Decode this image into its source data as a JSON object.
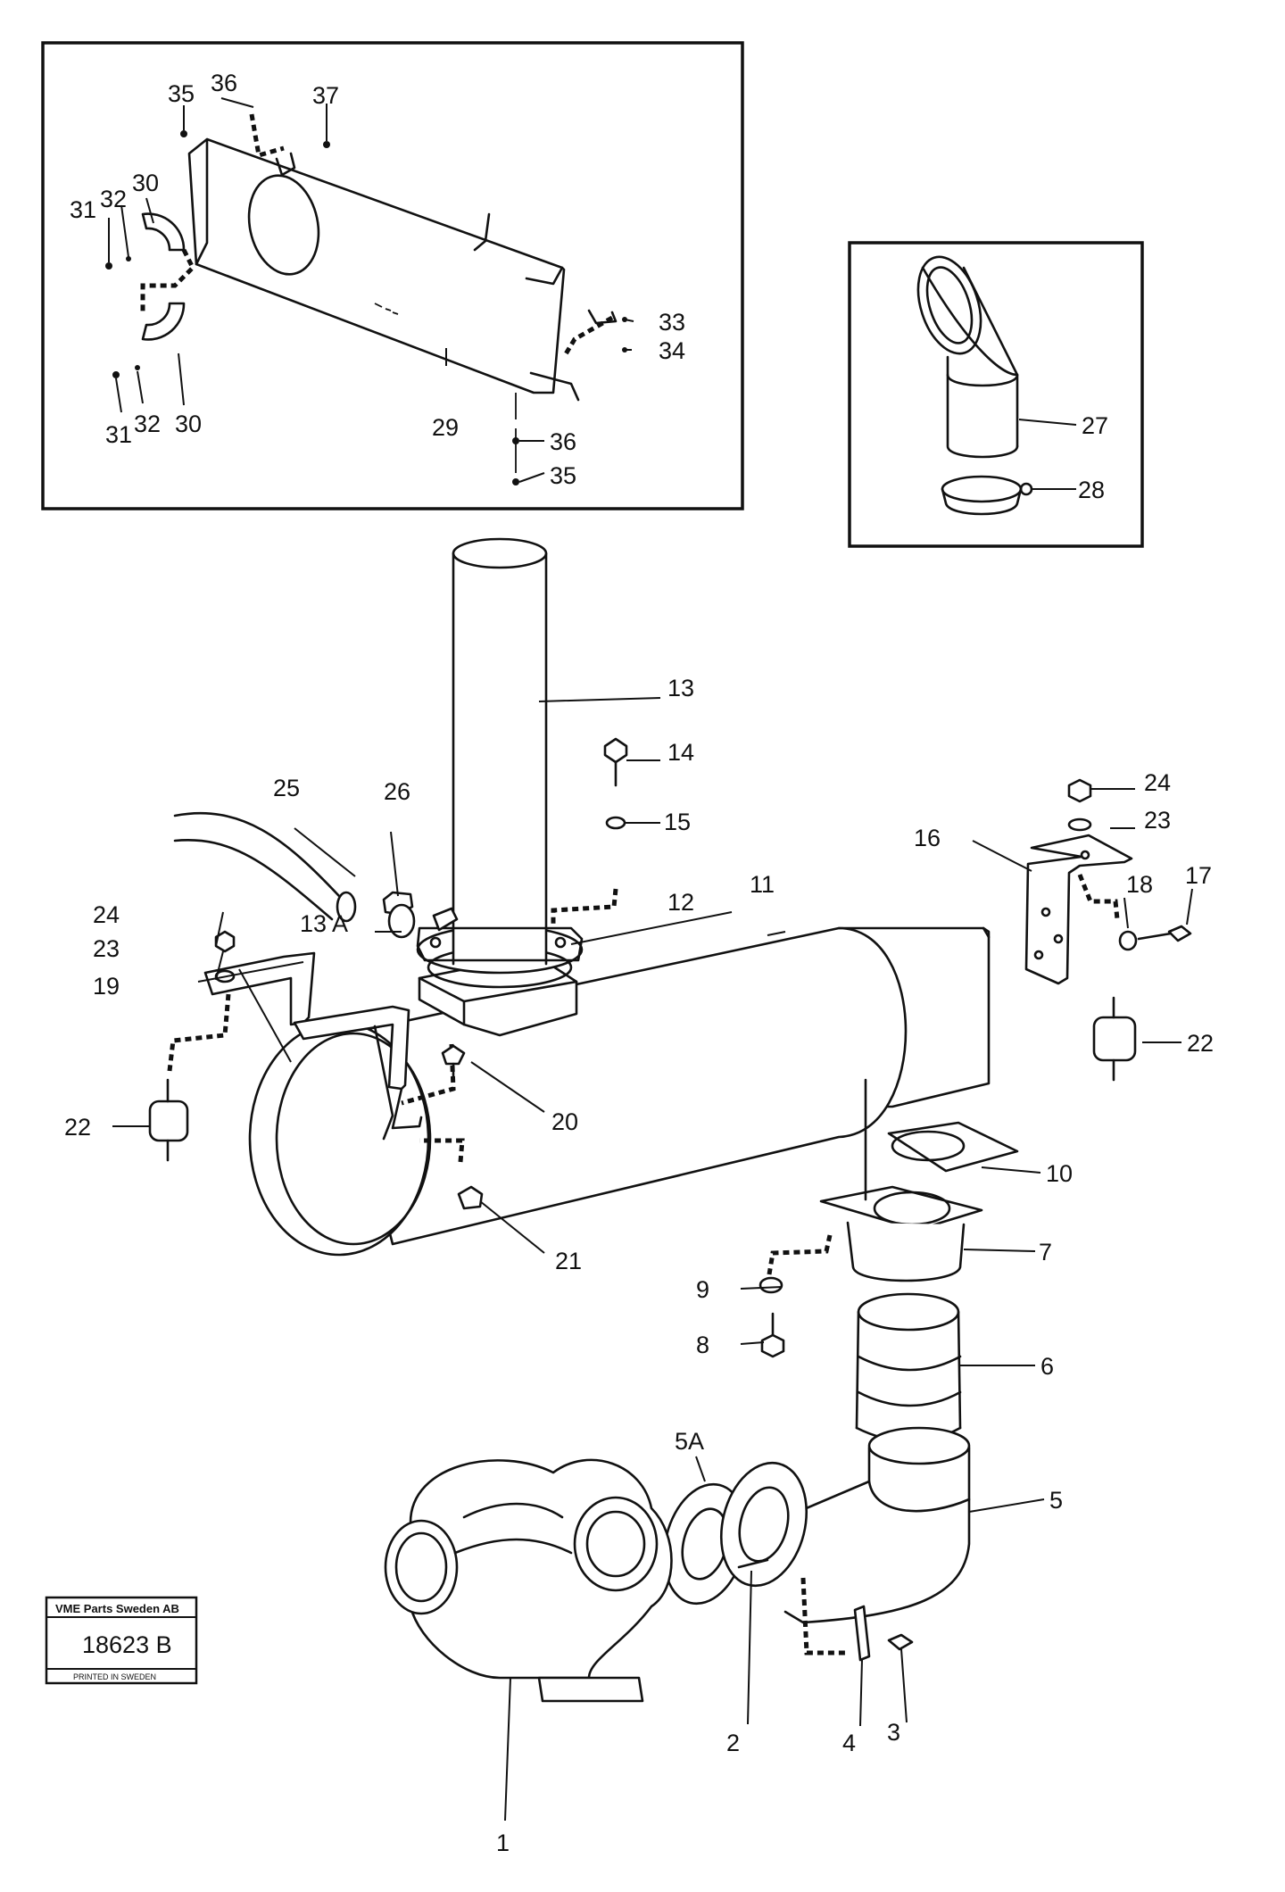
{
  "labels": {
    "l1": "1",
    "l2": "2",
    "l3": "3",
    "l4": "4",
    "l5": "5",
    "l5a": "5A",
    "l6": "6",
    "l7": "7",
    "l8": "8",
    "l9": "9",
    "l10": "10",
    "l11": "11",
    "l12": "12",
    "l13": "13",
    "l13a": "13 A",
    "l14": "14",
    "l15": "15",
    "l16": "16",
    "l17": "17",
    "l18": "18",
    "l19": "19",
    "l20": "20",
    "l21": "21",
    "l22a": "22",
    "l22b": "22",
    "l23a": "23",
    "l23b": "23",
    "l24a": "24",
    "l24b": "24",
    "l25": "25",
    "l26": "26",
    "l27": "27",
    "l28": "28",
    "l29": "29",
    "l30a": "30",
    "l30b": "30",
    "l31a": "31",
    "l31b": "31",
    "l32a": "32",
    "l32b": "32",
    "l33": "33",
    "l34": "34",
    "l35a": "35",
    "l35b": "35",
    "l36a": "36",
    "l36b": "36",
    "l37": "37"
  },
  "stamp": {
    "company": "VME Parts Sweden AB",
    "number": "18623 B",
    "printed": "PRINTED IN SWEDEN"
  }
}
